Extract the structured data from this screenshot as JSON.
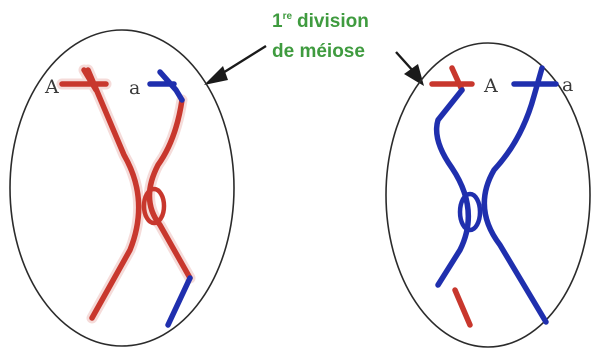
{
  "title": {
    "number": "1",
    "superscript": "re",
    "line1_rest": "division",
    "line2": "de méiose"
  },
  "cells": [
    {
      "left_allele": "A",
      "right_allele": "a",
      "left_chromosome_color": "#c8372d",
      "right_chromosome_color": "#1f2fae"
    },
    {
      "left_allele": "A",
      "right_allele": "a",
      "left_chromosome_color": "#1f2fae",
      "right_chromosome_color": "#1f2fae",
      "left_tip_color": "#c8372d"
    }
  ],
  "colors": {
    "red": "#c8372d",
    "blue": "#1f2fae",
    "title_green": "#3f9b3f",
    "outline": "#2b2b2b"
  }
}
